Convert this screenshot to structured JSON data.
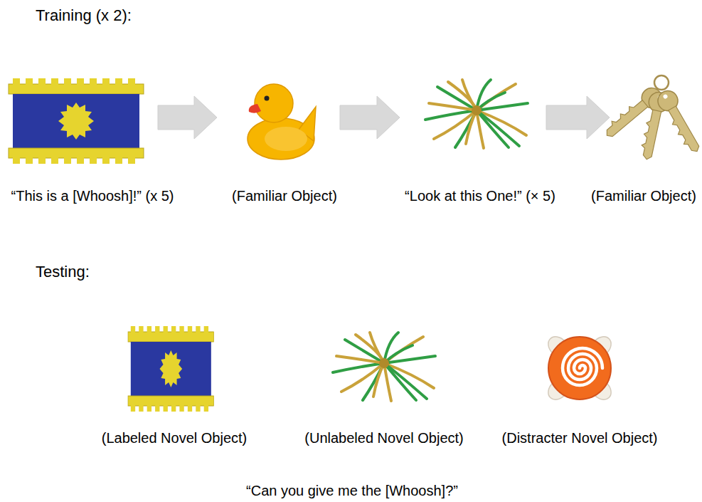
{
  "diagram": {
    "nodes": [
      {
        "text": [
          "“This is a [Whoosh]!” (x 5)"
        ]
      },
      {
        "text": [
          "(Familiar Object)"
        ]
      },
      {
        "text": [
          "“Look at this One!” (× 5)"
        ]
      },
      {
        "text": [
          "(Familiar Object)"
        ]
      },
      {
        "text": [
          "(Labeled Novel Object)"
        ]
      },
      {
        "text": [
          "(Unlabeled Novel Object)"
        ]
      },
      {
        "text": [
          "(Distracter Novel Object)"
        ]
      }
    ],
    "edges": [
      {
        "from": 0,
        "to": 1,
        "arrow": "to"
      },
      {
        "from": 1,
        "to": 2,
        "arrow": "to"
      },
      {
        "from": 2,
        "to": 3,
        "arrow": "to"
      }
    ],
    "labels": [
      "Training (x 2):",
      "Testing:",
      "“Can you give me the [Whoosh]?”"
    ]
  }
}
